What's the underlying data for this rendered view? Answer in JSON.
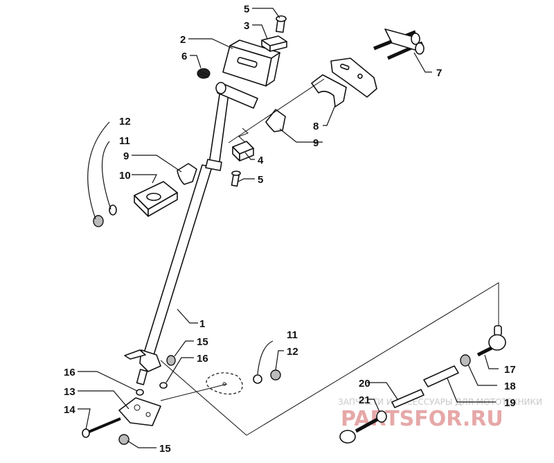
{
  "callouts": {
    "c1": "1",
    "c2": "2",
    "c3": "3",
    "c4": "4",
    "c5a": "5",
    "c5b": "5",
    "c6": "6",
    "c7": "7",
    "c8": "8",
    "c9a": "9",
    "c9b": "9",
    "c10": "10",
    "c11a": "11",
    "c11b": "11",
    "c12a": "12",
    "c12b": "12",
    "c13": "13",
    "c14": "14",
    "c15a": "15",
    "c15b": "15",
    "c16a": "16",
    "c16b": "16",
    "c17": "17",
    "c18": "18",
    "c19": "19",
    "c20": "20",
    "c21": "21"
  },
  "watermark": {
    "tagline": "ЗАПЧАСТИ И АКСЕССУАРЫ ДЛЯ МОТОТЕХНИКИ",
    "logo": "PARTSFOR.RU"
  },
  "colors": {
    "ink": "#111111",
    "watermark_logo": "#e6a8a8",
    "watermark_text": "#c9c9c9"
  }
}
